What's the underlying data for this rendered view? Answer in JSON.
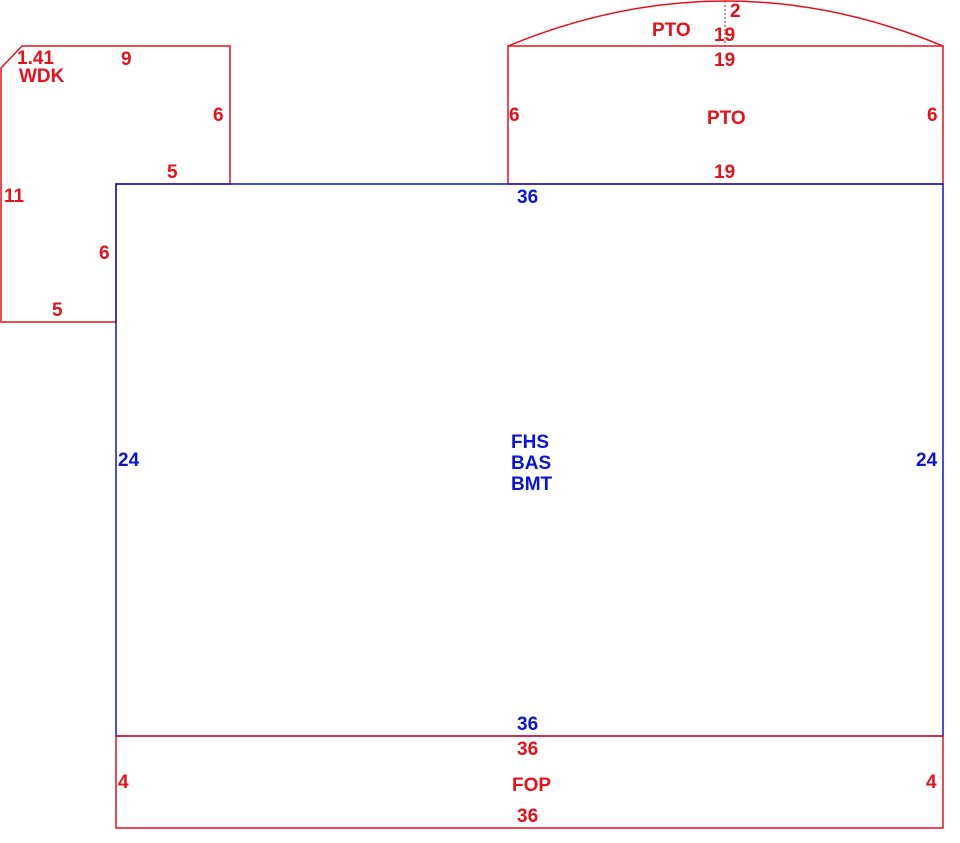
{
  "colors": {
    "addition": "#e8101a",
    "main": "#0a14d8"
  },
  "wdk": {
    "area": "1.41",
    "label": "WDK",
    "top": "9",
    "right_upper": "6",
    "inner_top": "5",
    "left": "11",
    "inner_right": "6",
    "bottom": "5"
  },
  "pto_arc": {
    "rise": "2",
    "label": "PTO",
    "chord": "19"
  },
  "pto": {
    "top": "19",
    "label": "PTO",
    "left": "6",
    "right": "6",
    "bottom": "19"
  },
  "main": {
    "top": "36",
    "bottom": "36",
    "left": "24",
    "right": "24",
    "labels": [
      "FHS",
      "BAS",
      "BMT"
    ]
  },
  "fop": {
    "top": "36",
    "label": "FOP",
    "left": "4",
    "right": "4",
    "bottom": "36"
  }
}
